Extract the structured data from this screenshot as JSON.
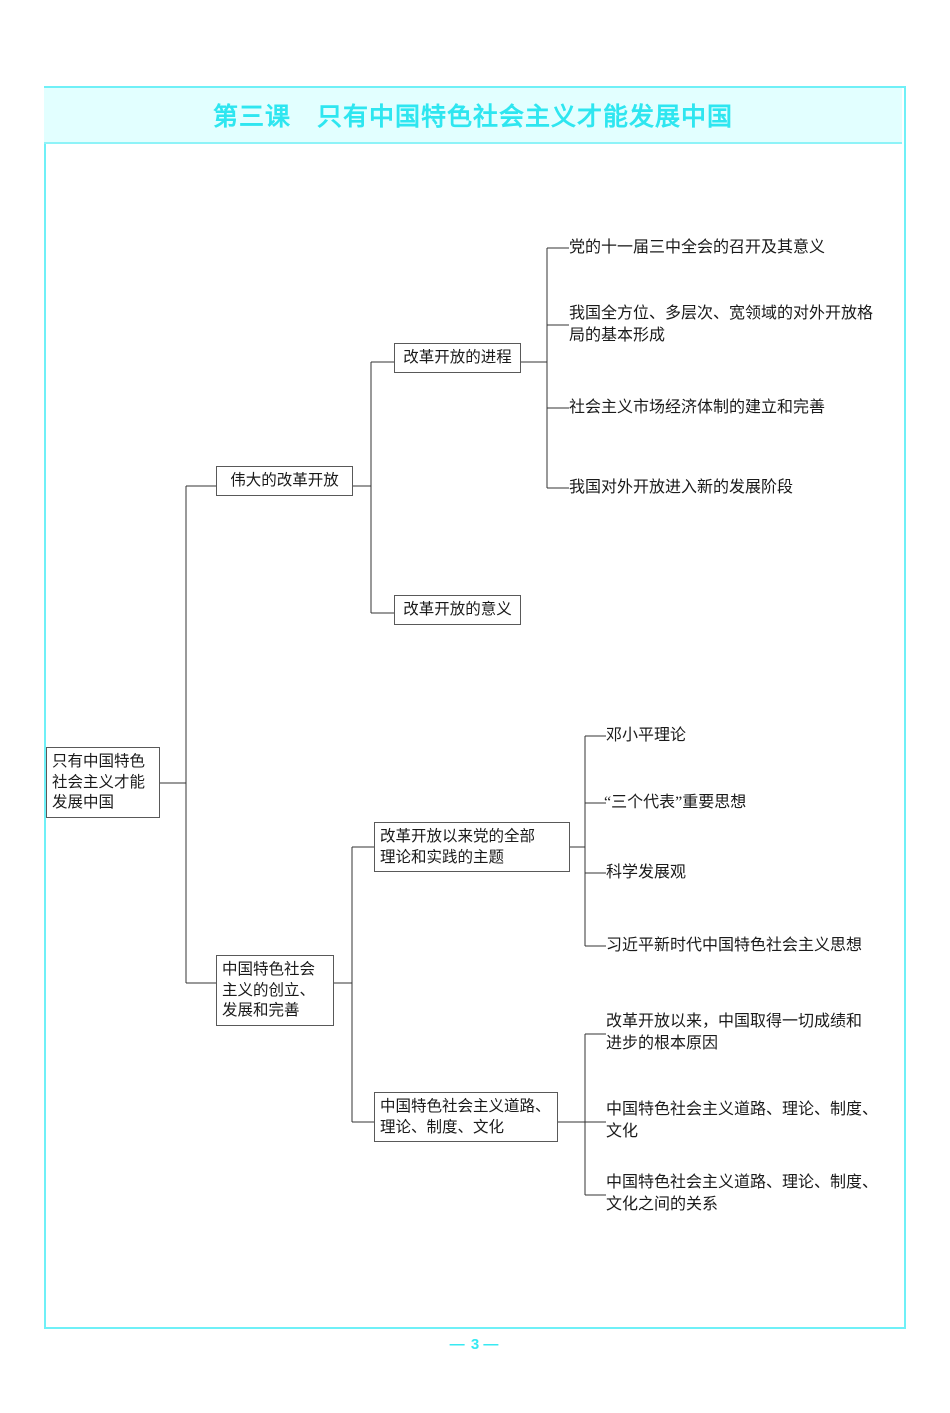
{
  "page": {
    "title": "第三课　只有中国特色社会主义才能发展中国",
    "page_number": "3",
    "footer_left_dash": "—",
    "footer_right_dash": "—",
    "frame_color": "#6ff0f7",
    "title_bg_color": "#e2ffff",
    "title_text_color": "#2ee6f0",
    "node_border_color": "#595959",
    "line_color": "#333333"
  },
  "mindmap": {
    "root": {
      "label": "只有中国特色\n社会主义才能\n发展中国"
    },
    "branches": [
      {
        "label": "伟大的改革开放",
        "children": [
          {
            "label": "改革开放的进程",
            "leaves": [
              "党的十一届三中全会的召开及其意义",
              "我国全方位、多层次、宽领域的对外开放格\n局的基本形成",
              "社会主义市场经济体制的建立和完善",
              "我国对外开放进入新的发展阶段"
            ]
          },
          {
            "label": "改革开放的意义",
            "leaves": []
          }
        ]
      },
      {
        "label": "中国特色社会\n主义的创立、\n发展和完善",
        "children": [
          {
            "label": "改革开放以来党的全部\n理论和实践的主题",
            "leaves": [
              "邓小平理论",
              "“三个代表”重要思想",
              "科学发展观",
              "习近平新时代中国特色社会主义思想"
            ]
          },
          {
            "label": "中国特色社会主义道路、\n理论、制度、文化",
            "leaves": [
              "改革开放以来，中国取得一切成绩和\n进步的根本原因",
              "中国特色社会主义道路、理论、制度、\n文化",
              "中国特色社会主义道路、理论、制度、\n文化之间的关系"
            ]
          }
        ]
      }
    ]
  }
}
